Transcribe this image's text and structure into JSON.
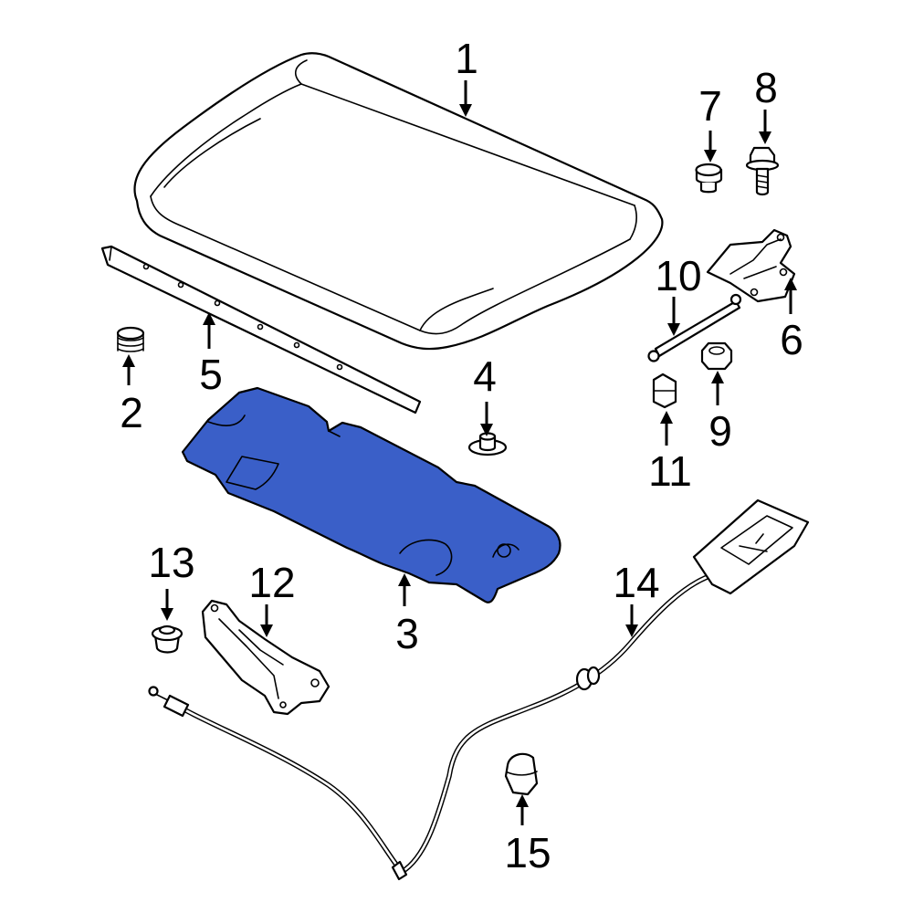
{
  "callouts": [
    {
      "id": "1",
      "label": "1"
    },
    {
      "id": "2",
      "label": "2"
    },
    {
      "id": "3",
      "label": "3"
    },
    {
      "id": "4",
      "label": "4"
    },
    {
      "id": "5",
      "label": "5"
    },
    {
      "id": "6",
      "label": "6"
    },
    {
      "id": "7",
      "label": "7"
    },
    {
      "id": "8",
      "label": "8"
    },
    {
      "id": "9",
      "label": "9"
    },
    {
      "id": "10",
      "label": "10"
    },
    {
      "id": "11",
      "label": "11"
    },
    {
      "id": "12",
      "label": "12"
    },
    {
      "id": "13",
      "label": "13"
    },
    {
      "id": "14",
      "label": "14"
    },
    {
      "id": "15",
      "label": "15"
    }
  ],
  "highlight": {
    "part": "3",
    "color": "#3a5fc8"
  }
}
